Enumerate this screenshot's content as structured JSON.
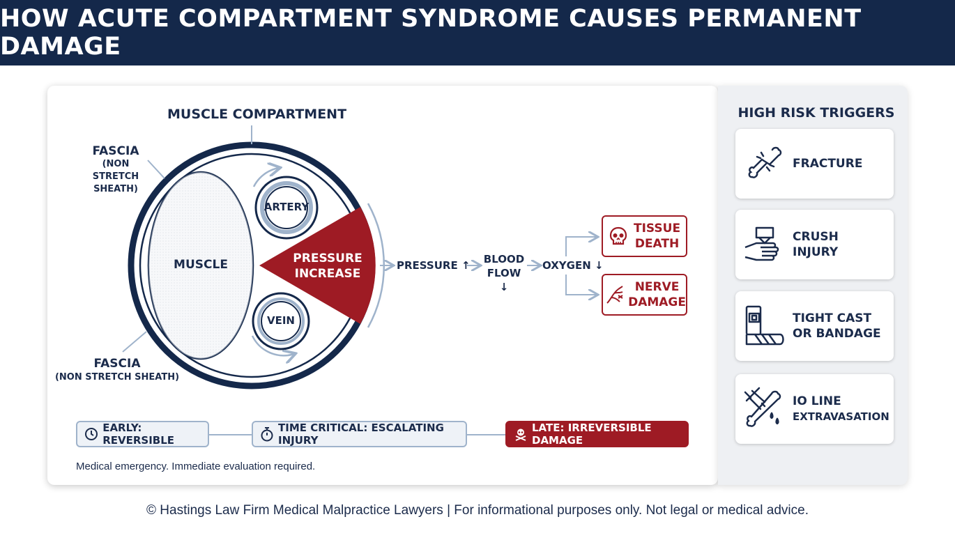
{
  "header": {
    "title": "HOW ACUTE COMPARTMENT SYNDROME CAUSES PERMANENT DAMAGE"
  },
  "diagram": {
    "compartment_label": "MUSCLE COMPARTMENT",
    "fascia_top": {
      "title": "FASCIA",
      "line1": "(NON STRETCH",
      "line2": "SHEATH)"
    },
    "fascia_bottom": {
      "title": "FASCIA",
      "subtitle": "(NON STRETCH SHEATH)"
    },
    "muscle_label": "MUSCLE",
    "artery_label": "ARTERY",
    "vein_label": "VEIN",
    "pressure_line1": "PRESSURE",
    "pressure_line2": "INCREASE",
    "flow": {
      "pressure": "PRESSURE",
      "blood_line1": "BLOOD",
      "blood_line2": "FLOW",
      "oxygen": "OXYGEN"
    },
    "outcomes": [
      {
        "line1": "TISSUE",
        "line2": "DEATH",
        "icon": "skull-icon"
      },
      {
        "line1": "NERVE",
        "line2": "DAMAGE",
        "icon": "nerve-icon"
      }
    ]
  },
  "timeline": [
    {
      "label": "EARLY: REVERSIBLE",
      "icon": "clock-icon"
    },
    {
      "label": "TIME CRITICAL: ESCALATING INJURY",
      "icon": "stopwatch-icon"
    },
    {
      "label": "LATE: IRREVERSIBLE DAMAGE",
      "icon": "skull-crossbones-icon"
    }
  ],
  "note": "Medical emergency. Immediate evaluation required.",
  "triggers": {
    "title": "HIGH RISK TRIGGERS",
    "items": [
      {
        "line1": "FRACTURE",
        "line2": "",
        "icon": "broken-bone-icon"
      },
      {
        "line1": "CRUSH",
        "line2": "INJURY",
        "icon": "crush-hand-icon"
      },
      {
        "line1": "TIGHT CAST",
        "line2": "OR BANDAGE",
        "icon": "cast-icon"
      },
      {
        "line1": "IO LINE",
        "line2": "EXTRAVASATION",
        "icon": "syringe-bone-icon"
      }
    ]
  },
  "footer": "© Hastings Law Firm Medical Malpractice Lawyers | For informational purposes only. Not legal or medical advice.",
  "colors": {
    "navy": "#14284a",
    "red": "#9e1b24",
    "light_blue": "#9fb3cb"
  }
}
